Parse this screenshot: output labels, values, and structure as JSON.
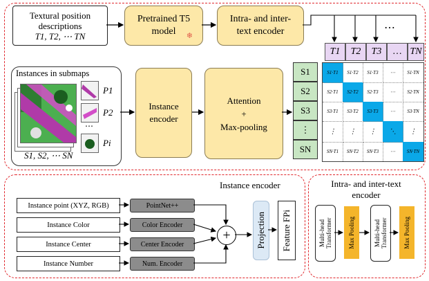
{
  "top": {
    "textual_desc_line1": "Textural position",
    "textual_desc_line2": "descriptions",
    "textual_desc_seq": "T1, T2, ⋯ TN",
    "pretrained_t5_line1": "Pretrained T5",
    "pretrained_t5_line2": "model",
    "frozen_icon": "❄",
    "text_encoder_line1": "Intra- and inter-",
    "text_encoder_line2": "text encoder",
    "ellipsis": "⋯",
    "t_headers": [
      "T1",
      "T2",
      "T3",
      "…",
      "TN"
    ],
    "instances_title": "Instances in submaps",
    "p_labels": [
      "P1",
      "P2",
      "Pi"
    ],
    "p_dots": "⋯",
    "submap_seq": "S1, S2, ⋯ SN",
    "instance_encoder": "Instance encoder",
    "attention_line1": "Attention",
    "attention_line2": "+",
    "attention_line3": "Max-pooling",
    "s_cells": [
      "S1",
      "S2",
      "S3",
      "⋮",
      "SN"
    ]
  },
  "matrix": {
    "rows": [
      [
        "S1·T1",
        "S1·T2",
        "S1·T3",
        "⋯",
        "S1·TN"
      ],
      [
        "S2·T1",
        "S2·T2",
        "S2·T3",
        "⋯",
        "S2·TN"
      ],
      [
        "S3·T1",
        "S3·T2",
        "S3·T3",
        "⋯",
        "S3·TN"
      ],
      [
        "⋮",
        "⋮",
        "⋮",
        "⋱",
        "⋮"
      ],
      [
        "SN·T1",
        "SN·T2",
        "SN·T3",
        "⋯",
        "SN·TN"
      ]
    ],
    "highlight_color": "#0aa8e8"
  },
  "instance_encoder_panel": {
    "title": "Instance encoder",
    "inputs": [
      "Instance point (XYZ, RGB)",
      "Instance Color",
      "Instance Center",
      "Instance Number"
    ],
    "encoders": [
      "PointNet++",
      "Color Encoder",
      "Center Encoder",
      "Num. Encoder"
    ],
    "plus": "+",
    "projection": "Projection",
    "feature": "Feature FPi"
  },
  "text_encoder_panel": {
    "title_line1": "Intra- and inter-text",
    "title_line2": "encoder",
    "transformer": "Multi-head Transformer",
    "max_pooling": "Max Pooling"
  },
  "colors": {
    "dashed_border": "#e0262b",
    "yellow_fill": "#fde8a8",
    "t_header_fill": "#e8d6f3",
    "s_cell_fill": "#c8e6c3",
    "projection_fill": "#dce9f5",
    "maxpool_fill": "#f4b52b"
  }
}
